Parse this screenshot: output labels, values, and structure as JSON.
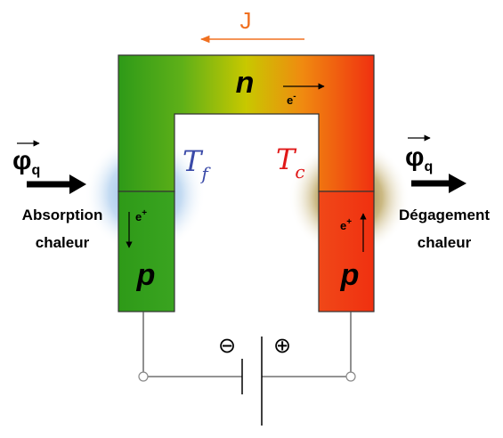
{
  "current": {
    "label": "J",
    "color": "#f07020"
  },
  "legs": {
    "n_label": "n",
    "p_left_label": "p",
    "p_right_label": "p"
  },
  "carriers": {
    "n_carrier": "e",
    "n_carrier_sup": "-",
    "p_left_carrier": "e",
    "p_left_carrier_sup": "+",
    "p_right_carrier": "e",
    "p_right_carrier_sup": "+"
  },
  "temperatures": {
    "cold": {
      "symbol": "T",
      "subscript": "f",
      "color": "#3a4aa8"
    },
    "hot": {
      "symbol": "T",
      "subscript": "c",
      "color": "#e01818"
    }
  },
  "heat_left": {
    "flux_symbol": "φ",
    "flux_subscript": "q",
    "line1": "Absorption",
    "line2": "chaleur"
  },
  "heat_right": {
    "flux_symbol": "φ",
    "flux_subscript": "q",
    "line1": "Dégagement",
    "line2": "chaleur"
  },
  "battery": {
    "negative": "⊖",
    "positive": "⊕"
  },
  "colors": {
    "cold_side": "#2e9a18",
    "mid": "#c8c800",
    "hot_side": "#f03818",
    "cold_glow": "#5a9ad6",
    "hot_glow": "#8a6a10"
  }
}
